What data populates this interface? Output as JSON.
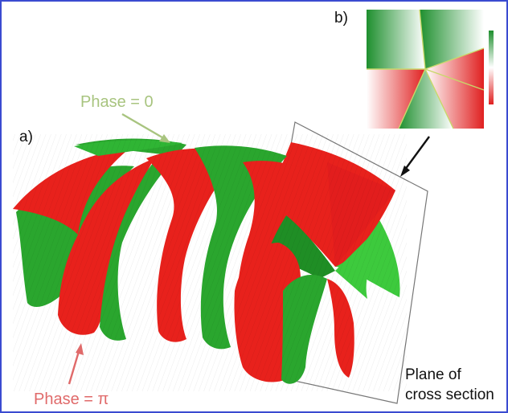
{
  "labels": {
    "panel_a": "a)",
    "panel_b": "b)",
    "phase_zero": "Phase = 0",
    "phase_pi": "Phase = π",
    "plane_line1": "Plane of",
    "plane_line2": "cross section"
  },
  "colors": {
    "red": "#e8211c",
    "green": "#24a52a",
    "light_green": "#48d348",
    "phase_zero_text": "#a8c47f",
    "phase_pi_text": "#e06a6a",
    "frame": "#3a4bd0"
  }
}
